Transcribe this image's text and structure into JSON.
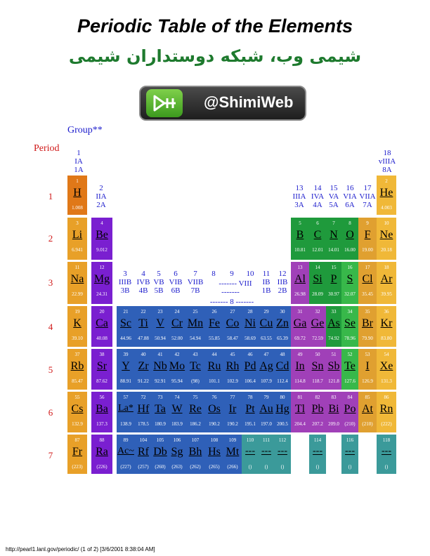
{
  "title": "Periodic Table of the Elements",
  "subtitle": "شیمی وب، شبکه دوستداران شیمی",
  "logo_text": "@ShimiWeb",
  "group_label": "Group**",
  "period_label": "Period",
  "footer": "http://pearl1.lanl.gov/periodic/ (1 of 2) [3/6/2001 8:38:04 AM]",
  "colors": {
    "alkali": "#e8a028",
    "alkaline": "#7a1fd0",
    "transition": "#2f60b8",
    "post": "#a040b8",
    "nonmetal": "#1f9a3c",
    "noble": "#f0b838",
    "hydrogen": "#e07818",
    "unknown": "#3b9a9a",
    "halogen": "#e0a030",
    "metalloid": "#38b84a"
  },
  "group_headers": {
    "g1": [
      "1",
      "IA",
      "1A"
    ],
    "g2": [
      "2",
      "IIA",
      "2A"
    ],
    "g3": [
      "3",
      "IIIB",
      "3B"
    ],
    "g4": [
      "4",
      "IVB",
      "4B"
    ],
    "g5": [
      "5",
      "VB",
      "5B"
    ],
    "g6": [
      "6",
      "VIB",
      "6B"
    ],
    "g7": [
      "7",
      "VIIB",
      "7B"
    ],
    "g8": "8",
    "g9": "9",
    "g10": "10",
    "g8viii": "------- VIII",
    "g8dash": "-------",
    "g11": [
      "11",
      "IB",
      "1B"
    ],
    "g12": [
      "12",
      "IIB",
      "2B"
    ],
    "g13": [
      "13",
      "IIIA",
      "3A"
    ],
    "g14": [
      "14",
      "IVA",
      "4A"
    ],
    "g15": [
      "15",
      "VA",
      "5A"
    ],
    "g16": [
      "16",
      "VIA",
      "6A"
    ],
    "g17": [
      "17",
      "VIIA",
      "7A"
    ],
    "g18": [
      "18",
      "vIIIA",
      "8A"
    ],
    "g8bottom": "------- 8 -------"
  },
  "periods": [
    "1",
    "2",
    "3",
    "4",
    "5",
    "6",
    "7"
  ],
  "elements": [
    {
      "n": "1",
      "s": "H",
      "m": "1.008",
      "c": "hydrogen",
      "col": 1,
      "row": 1
    },
    {
      "n": "2",
      "s": "He",
      "m": "4.003",
      "c": "noble",
      "col": 18,
      "row": 1
    },
    {
      "n": "3",
      "s": "Li",
      "m": "6.941",
      "c": "alkali",
      "col": 1,
      "row": 2
    },
    {
      "n": "4",
      "s": "Be",
      "m": "9.012",
      "c": "alkaline",
      "col": 2,
      "row": 2
    },
    {
      "n": "5",
      "s": "B",
      "m": "10.81",
      "c": "nonmetal",
      "col": 13,
      "row": 2
    },
    {
      "n": "6",
      "s": "C",
      "m": "12.01",
      "c": "nonmetal",
      "col": 14,
      "row": 2
    },
    {
      "n": "7",
      "s": "N",
      "m": "14.01",
      "c": "nonmetal",
      "col": 15,
      "row": 2
    },
    {
      "n": "8",
      "s": "O",
      "m": "16.00",
      "c": "nonmetal",
      "col": 16,
      "row": 2
    },
    {
      "n": "9",
      "s": "F",
      "m": "19.00",
      "c": "halogen",
      "col": 17,
      "row": 2
    },
    {
      "n": "10",
      "s": "Ne",
      "m": "20.18",
      "c": "noble",
      "col": 18,
      "row": 2
    },
    {
      "n": "11",
      "s": "Na",
      "m": "22.99",
      "c": "alkali",
      "col": 1,
      "row": 3
    },
    {
      "n": "12",
      "s": "Mg",
      "m": "24.31",
      "c": "alkaline",
      "col": 2,
      "row": 3
    },
    {
      "n": "13",
      "s": "Al",
      "m": "26.98",
      "c": "post",
      "col": 13,
      "row": 3
    },
    {
      "n": "14",
      "s": "Si",
      "m": "28.09",
      "c": "nonmetal",
      "col": 14,
      "row": 3
    },
    {
      "n": "15",
      "s": "P",
      "m": "30.97",
      "c": "nonmetal",
      "col": 15,
      "row": 3
    },
    {
      "n": "16",
      "s": "S",
      "m": "32.07",
      "c": "metalloid",
      "col": 16,
      "row": 3
    },
    {
      "n": "17",
      "s": "Cl",
      "m": "35.45",
      "c": "halogen",
      "col": 17,
      "row": 3
    },
    {
      "n": "18",
      "s": "Ar",
      "m": "39.95",
      "c": "noble",
      "col": 18,
      "row": 3
    },
    {
      "n": "19",
      "s": "K",
      "m": "39.10",
      "c": "alkali",
      "col": 1,
      "row": 4
    },
    {
      "n": "20",
      "s": "Ca",
      "m": "40.08",
      "c": "alkaline",
      "col": 2,
      "row": 4
    },
    {
      "n": "21",
      "s": "Sc",
      "m": "44.96",
      "c": "transition",
      "col": 3,
      "row": 4
    },
    {
      "n": "22",
      "s": "Ti",
      "m": "47.88",
      "c": "transition",
      "col": 4,
      "row": 4
    },
    {
      "n": "23",
      "s": "V",
      "m": "50.94",
      "c": "transition",
      "col": 5,
      "row": 4
    },
    {
      "n": "24",
      "s": "Cr",
      "m": "52.00",
      "c": "transition",
      "col": 6,
      "row": 4
    },
    {
      "n": "25",
      "s": "Mn",
      "m": "54.94",
      "c": "transition",
      "col": 7,
      "row": 4
    },
    {
      "n": "26",
      "s": "Fe",
      "m": "55.85",
      "c": "transition",
      "col": 8,
      "row": 4
    },
    {
      "n": "27",
      "s": "Co",
      "m": "58.47",
      "c": "transition",
      "col": 9,
      "row": 4
    },
    {
      "n": "28",
      "s": "Ni",
      "m": "58.69",
      "c": "transition",
      "col": 10,
      "row": 4
    },
    {
      "n": "29",
      "s": "Cu",
      "m": "63.55",
      "c": "transition",
      "col": 11,
      "row": 4
    },
    {
      "n": "30",
      "s": "Zn",
      "m": "65.39",
      "c": "transition",
      "col": 12,
      "row": 4
    },
    {
      "n": "31",
      "s": "Ga",
      "m": "69.72",
      "c": "post",
      "col": 13,
      "row": 4
    },
    {
      "n": "32",
      "s": "Ge",
      "m": "72.59",
      "c": "post",
      "col": 14,
      "row": 4
    },
    {
      "n": "33",
      "s": "As",
      "m": "74.92",
      "c": "nonmetal",
      "col": 15,
      "row": 4
    },
    {
      "n": "34",
      "s": "Se",
      "m": "78.96",
      "c": "metalloid",
      "col": 16,
      "row": 4
    },
    {
      "n": "35",
      "s": "Br",
      "m": "79.90",
      "c": "halogen",
      "col": 17,
      "row": 4
    },
    {
      "n": "36",
      "s": "Kr",
      "m": "83.80",
      "c": "noble",
      "col": 18,
      "row": 4
    },
    {
      "n": "37",
      "s": "Rb",
      "m": "85.47",
      "c": "alkali",
      "col": 1,
      "row": 5
    },
    {
      "n": "38",
      "s": "Sr",
      "m": "87.62",
      "c": "alkaline",
      "col": 2,
      "row": 5
    },
    {
      "n": "39",
      "s": "Y",
      "m": "88.91",
      "c": "transition",
      "col": 3,
      "row": 5
    },
    {
      "n": "40",
      "s": "Zr",
      "m": "91.22",
      "c": "transition",
      "col": 4,
      "row": 5
    },
    {
      "n": "41",
      "s": "Nb",
      "m": "92.91",
      "c": "transition",
      "col": 5,
      "row": 5
    },
    {
      "n": "42",
      "s": "Mo",
      "m": "95.94",
      "c": "transition",
      "col": 6,
      "row": 5
    },
    {
      "n": "43",
      "s": "Tc",
      "m": "(98)",
      "c": "transition",
      "col": 7,
      "row": 5
    },
    {
      "n": "44",
      "s": "Ru",
      "m": "101.1",
      "c": "transition",
      "col": 8,
      "row": 5
    },
    {
      "n": "45",
      "s": "Rh",
      "m": "102.9",
      "c": "transition",
      "col": 9,
      "row": 5
    },
    {
      "n": "46",
      "s": "Pd",
      "m": "106.4",
      "c": "transition",
      "col": 10,
      "row": 5
    },
    {
      "n": "47",
      "s": "Ag",
      "m": "107.9",
      "c": "transition",
      "col": 11,
      "row": 5
    },
    {
      "n": "48",
      "s": "Cd",
      "m": "112.4",
      "c": "transition",
      "col": 12,
      "row": 5
    },
    {
      "n": "49",
      "s": "In",
      "m": "114.8",
      "c": "post",
      "col": 13,
      "row": 5
    },
    {
      "n": "50",
      "s": "Sn",
      "m": "118.7",
      "c": "post",
      "col": 14,
      "row": 5
    },
    {
      "n": "51",
      "s": "Sb",
      "m": "121.8",
      "c": "post",
      "col": 15,
      "row": 5
    },
    {
      "n": "52",
      "s": "Te",
      "m": "127.6",
      "c": "metalloid",
      "col": 16,
      "row": 5
    },
    {
      "n": "53",
      "s": "I",
      "m": "126.9",
      "c": "halogen",
      "col": 17,
      "row": 5
    },
    {
      "n": "54",
      "s": "Xe",
      "m": "131.3",
      "c": "noble",
      "col": 18,
      "row": 5
    },
    {
      "n": "55",
      "s": "Cs",
      "m": "132.9",
      "c": "alkali",
      "col": 1,
      "row": 6
    },
    {
      "n": "56",
      "s": "Ba",
      "m": "137.3",
      "c": "alkaline",
      "col": 2,
      "row": 6
    },
    {
      "n": "57",
      "s": "La*",
      "m": "138.9",
      "c": "transition",
      "col": 3,
      "row": 6
    },
    {
      "n": "72",
      "s": "Hf",
      "m": "178.5",
      "c": "transition",
      "col": 4,
      "row": 6
    },
    {
      "n": "73",
      "s": "Ta",
      "m": "180.9",
      "c": "transition",
      "col": 5,
      "row": 6
    },
    {
      "n": "74",
      "s": "W",
      "m": "183.9",
      "c": "transition",
      "col": 6,
      "row": 6
    },
    {
      "n": "75",
      "s": "Re",
      "m": "186.2",
      "c": "transition",
      "col": 7,
      "row": 6
    },
    {
      "n": "76",
      "s": "Os",
      "m": "190.2",
      "c": "transition",
      "col": 8,
      "row": 6
    },
    {
      "n": "77",
      "s": "Ir",
      "m": "190.2",
      "c": "transition",
      "col": 9,
      "row": 6
    },
    {
      "n": "78",
      "s": "Pt",
      "m": "195.1",
      "c": "transition",
      "col": 10,
      "row": 6
    },
    {
      "n": "79",
      "s": "Au",
      "m": "197.0",
      "c": "transition",
      "col": 11,
      "row": 6
    },
    {
      "n": "80",
      "s": "Hg",
      "m": "200.5",
      "c": "transition",
      "col": 12,
      "row": 6
    },
    {
      "n": "81",
      "s": "Tl",
      "m": "204.4",
      "c": "post",
      "col": 13,
      "row": 6
    },
    {
      "n": "82",
      "s": "Pb",
      "m": "207.2",
      "c": "post",
      "col": 14,
      "row": 6
    },
    {
      "n": "83",
      "s": "Bi",
      "m": "209.0",
      "c": "post",
      "col": 15,
      "row": 6
    },
    {
      "n": "84",
      "s": "Po",
      "m": "(210)",
      "c": "post",
      "col": 16,
      "row": 6
    },
    {
      "n": "85",
      "s": "At",
      "m": "(210)",
      "c": "halogen",
      "col": 17,
      "row": 6
    },
    {
      "n": "86",
      "s": "Rn",
      "m": "(222)",
      "c": "noble",
      "col": 18,
      "row": 6
    },
    {
      "n": "87",
      "s": "Fr",
      "m": "(223)",
      "c": "alkali",
      "col": 1,
      "row": 7
    },
    {
      "n": "88",
      "s": "Ra",
      "m": "(226)",
      "c": "alkaline",
      "col": 2,
      "row": 7
    },
    {
      "n": "89",
      "s": "Ac~",
      "m": "(227)",
      "c": "transition",
      "col": 3,
      "row": 7
    },
    {
      "n": "104",
      "s": "Rf",
      "m": "(257)",
      "c": "transition",
      "col": 4,
      "row": 7
    },
    {
      "n": "105",
      "s": "Db",
      "m": "(260)",
      "c": "transition",
      "col": 5,
      "row": 7
    },
    {
      "n": "106",
      "s": "Sg",
      "m": "(263)",
      "c": "transition",
      "col": 6,
      "row": 7
    },
    {
      "n": "107",
      "s": "Bh",
      "m": "(262)",
      "c": "transition",
      "col": 7,
      "row": 7
    },
    {
      "n": "108",
      "s": "Hs",
      "m": "(265)",
      "c": "transition",
      "col": 8,
      "row": 7
    },
    {
      "n": "109",
      "s": "Mt",
      "m": "(266)",
      "c": "transition",
      "col": 9,
      "row": 7
    },
    {
      "n": "110",
      "s": "---",
      "m": "()",
      "c": "unknown",
      "col": 10,
      "row": 7
    },
    {
      "n": "111",
      "s": "---",
      "m": "()",
      "c": "unknown",
      "col": 11,
      "row": 7
    },
    {
      "n": "112",
      "s": "---",
      "m": "()",
      "c": "unknown",
      "col": 12,
      "row": 7
    },
    {
      "n": "114",
      "s": "---",
      "m": "()",
      "c": "unknown",
      "col": 14,
      "row": 7
    },
    {
      "n": "116",
      "s": "---",
      "m": "()",
      "c": "unknown",
      "col": 16,
      "row": 7
    },
    {
      "n": "118",
      "s": "---",
      "m": "()",
      "c": "unknown",
      "col": 18,
      "row": 7
    }
  ]
}
